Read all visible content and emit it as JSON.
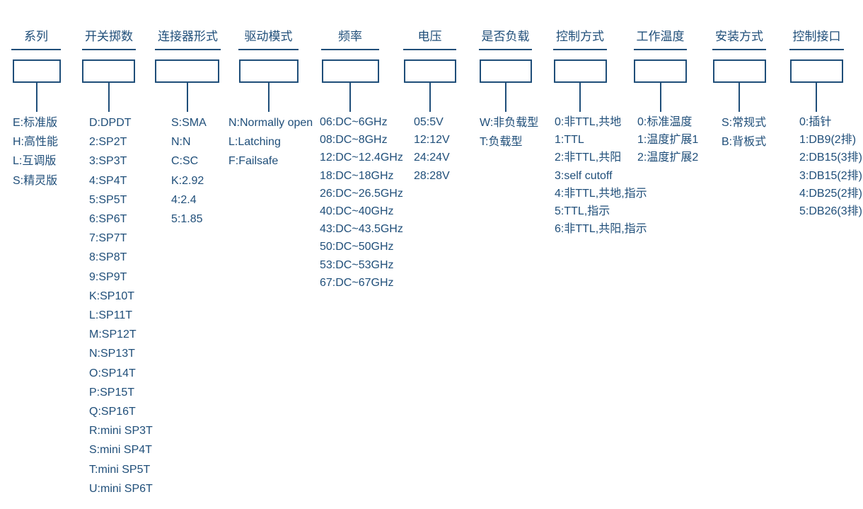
{
  "columns": [
    {
      "title": "系列",
      "options": [
        "E:标准版",
        "H:高性能",
        "L:互调版",
        "S:精灵版"
      ]
    },
    {
      "title": "开关掷数",
      "options": [
        "D:DPDT",
        "2:SP2T",
        "3:SP3T",
        "4:SP4T",
        "5:SP5T",
        "6:SP6T",
        "7:SP7T",
        "8:SP8T",
        "9:SP9T",
        "K:SP10T",
        "L:SP11T",
        "M:SP12T",
        "N:SP13T",
        "O:SP14T",
        "P:SP15T",
        "Q:SP16T",
        "R:mini SP3T",
        "S:mini SP4T",
        "T:mini SP5T",
        "U:mini SP6T"
      ]
    },
    {
      "title": "连接器形式",
      "options": [
        "S:SMA",
        "N:N",
        "C:SC",
        "K:2.92",
        "4:2.4",
        "5:1.85"
      ]
    },
    {
      "title": "驱动模式",
      "options": [
        "N:Normally open",
        "L:Latching",
        "F:Failsafe"
      ]
    },
    {
      "title": "频率",
      "options": [
        "06:DC~6GHz",
        "08:DC~8GHz",
        "12:DC~12.4GHz",
        "18:DC~18GHz",
        "26:DC~26.5GHz",
        "40:DC~40GHz",
        "43:DC~43.5GHz",
        "50:DC~50GHz",
        "53:DC~53GHz",
        "67:DC~67GHz"
      ]
    },
    {
      "title": "电压",
      "options": [
        "05:5V",
        "12:12V",
        "24:24V",
        "28:28V"
      ]
    },
    {
      "title": "是否负载",
      "options": [
        "W:非负载型",
        "T:负载型"
      ]
    },
    {
      "title": "控制方式",
      "options": [
        "0:非TTL,共地",
        "1:TTL",
        "2:非TTL,共阳",
        "3:self cutoff",
        "4:非TTL,共地,指示",
        "5:TTL,指示",
        "6:非TTL,共阳,指示"
      ]
    },
    {
      "title": "工作温度",
      "options": [
        "0:标准温度",
        "1:温度扩展1",
        "2:温度扩展2"
      ]
    },
    {
      "title": "安装方式",
      "options": [
        "S:常规式",
        "B:背板式"
      ]
    },
    {
      "title": "控制接口",
      "options": [
        "0:插针",
        "1:DB9(2排)",
        "2:DB15(3排)",
        "3:DB15(2排)",
        "4:DB25(2排)",
        "5:DB26(3排)"
      ]
    }
  ]
}
